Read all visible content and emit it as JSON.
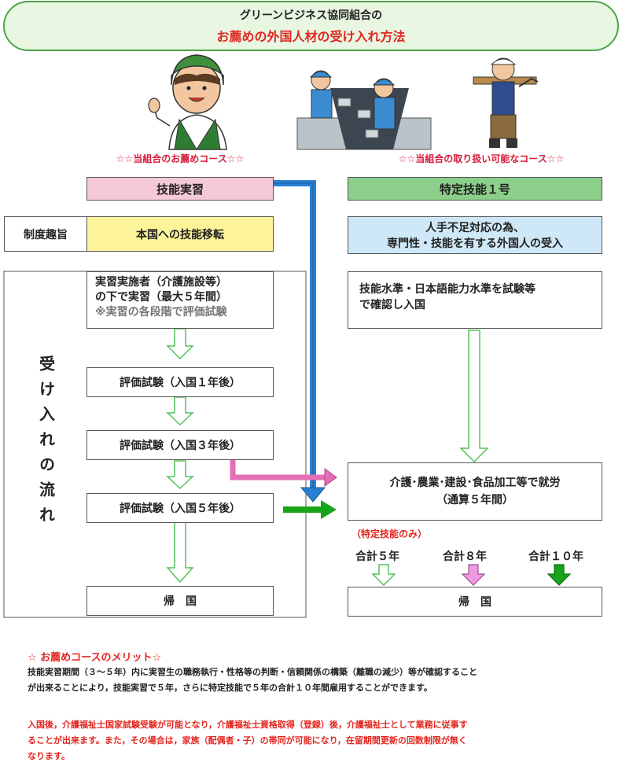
{
  "title": {
    "line1": "グリーンビジネス協同組合の",
    "line2": "お薦めの外国人材の受け入れ方法"
  },
  "courses": {
    "left_label": "☆☆当組合のお薦めコース☆☆",
    "right_label": "☆☆当組合の取り扱い可能なコース☆☆"
  },
  "left": {
    "header": "技能実習",
    "purpose_label": "制度趣旨",
    "purpose": "本国への技能移転",
    "flow_label": "受け入れの流れ",
    "step1_line1": "実習実施者（介護施設等）",
    "step1_line2": "の下で実習（最大５年間）",
    "step1_line3": "※実習の各段階で評価試験",
    "exam1": "評価試験（入国１年後）",
    "exam3": "評価試験（入国３年後）",
    "exam5": "評価試験（入国５年後）",
    "return": "帰　国"
  },
  "right": {
    "header": "特定技能１号",
    "purpose_line1": "人手不足対応の為、",
    "purpose_line2": "専門性・技能を有する外国人の受入",
    "entry_line1": "技能水準・日本語能力水準を試験等",
    "entry_line2": "で確認し入国",
    "work_line1": "介護･農業･建設･食品加工等で就労",
    "work_line2": "（通算５年間）",
    "only_note": "（特定技能のみ）",
    "total5": "合計５年",
    "total8": "合計８年",
    "total10": "合計１０年",
    "return": "帰　国"
  },
  "merit": {
    "title": "☆ お薦めコースのメリット☆",
    "text1": "技能実習期間（３～５年）内に実習生の職務執行・性格等の判断・信頼関係の構築（離職の減少）等が確認すること",
    "text2": "が出来ることにより，技能実習で５年，さらに特定技能で５年の合計１０年間雇用することができます。",
    "red1": "入国後，介護福祉士国家試験受験が可能となり，介護福祉士資格取得（登録）後，介護福祉士として業務に従事す",
    "red2": "ることが出来ます。また，その場合は，家族（配偶者・子）の帯同が可能になり，在留期間更新の回数制限が無く",
    "red3": "なります。"
  },
  "colors": {
    "title_border": "#4aa446",
    "pink": "#f6c9d9",
    "green_header": "#8ccf8a",
    "yellow": "#fdf49a",
    "light_blue": "#cfe8f7",
    "blue_arrow": "#2a7fd0",
    "green_arrow": "#17a31a",
    "pink_arrow": "#e46fb4",
    "outline_arrow": "#55c25a",
    "red_text": "#e2261f"
  },
  "icons": [
    "caregiver-illustration",
    "factory-workers-illustration",
    "carpenter-illustration"
  ]
}
